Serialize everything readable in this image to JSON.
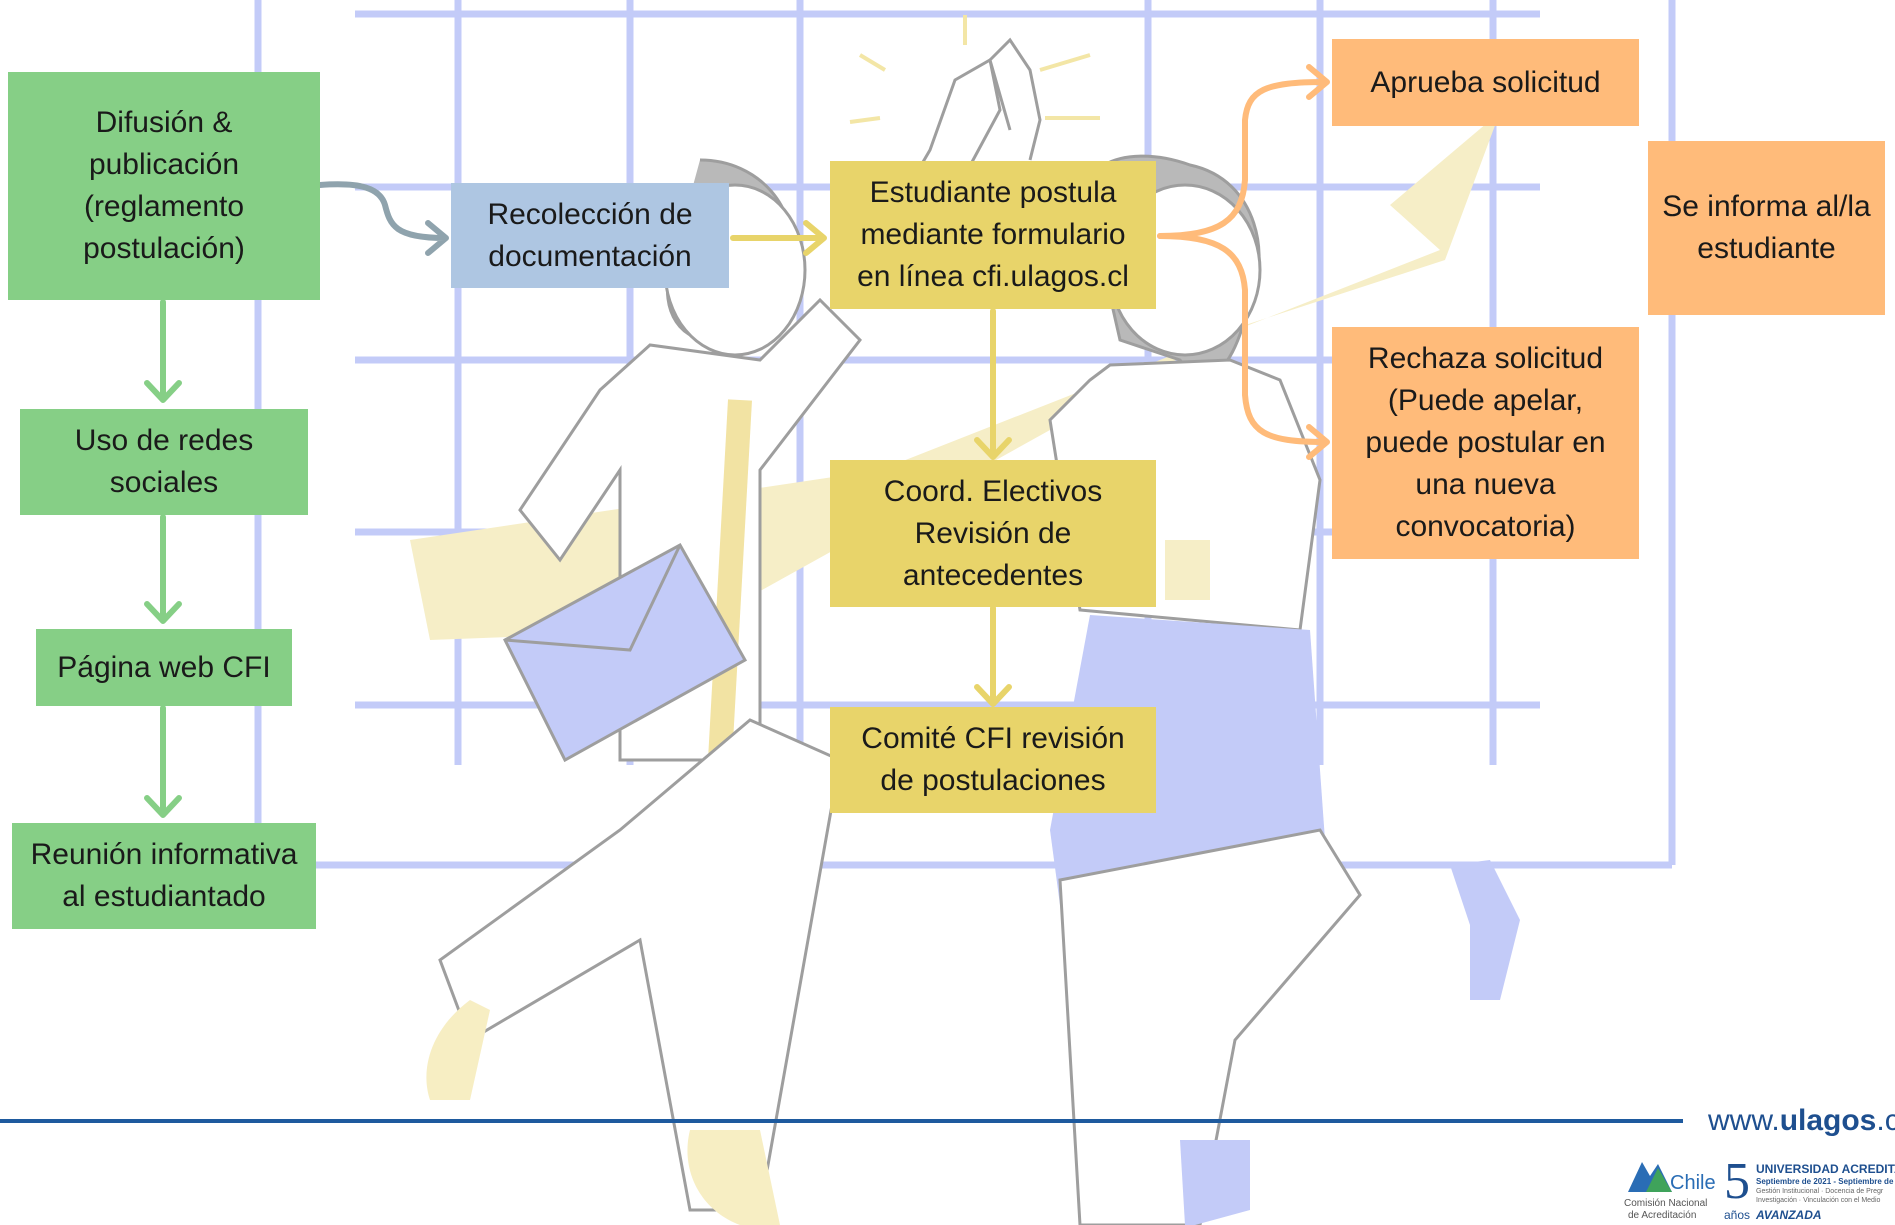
{
  "colors": {
    "grid": "#c3cbf8",
    "green": "#86cf86",
    "blue_box": "#aec6e2",
    "yellow": "#e8d46a",
    "orange": "#ffbb7a",
    "footer_line": "#1e5a9e"
  },
  "nodes": {
    "difusion": "Difusión &\npublicación\n(reglamento\npostulación)",
    "redes": "Uso de redes\nsociales",
    "web": "Página web CFI",
    "reunion": "Reunión informativa\nal estudiantado",
    "recoleccion": "Recolección de\ndocumentación",
    "postula": "Estudiante postula\nmediante formulario\nen línea cfi.ulagos.cl",
    "coord": "Coord. Electivos\nRevisión de\nantecedentes",
    "comite": "Comité CFI revisión\nde postulaciones",
    "aprueba": "Aprueba solicitud",
    "rechaza": "Rechaza solicitud\n(Puede apelar,\npuede postular en\nuna nueva\nconvocatoria)",
    "informa": "Se informa al/la\nestudiante"
  },
  "footer": {
    "url_prefix": "www.",
    "url_bold": "ulagos",
    "url_suffix": ".c",
    "cna_logo": "Chile",
    "cna_line1": "Comisión Nacional",
    "cna_line2": "de Acreditación",
    "years_number": "5",
    "years_word": "años",
    "accreditation_level": "AVANZADA",
    "university_label": "UNIVERSIDAD ACREDITAD",
    "period": "Septiembre de 2021 - Septiembre de 2",
    "areas1": "Gestión Institucional · Docencia de Pregr",
    "areas2": "Investigación · Vinculación con el Medio"
  }
}
